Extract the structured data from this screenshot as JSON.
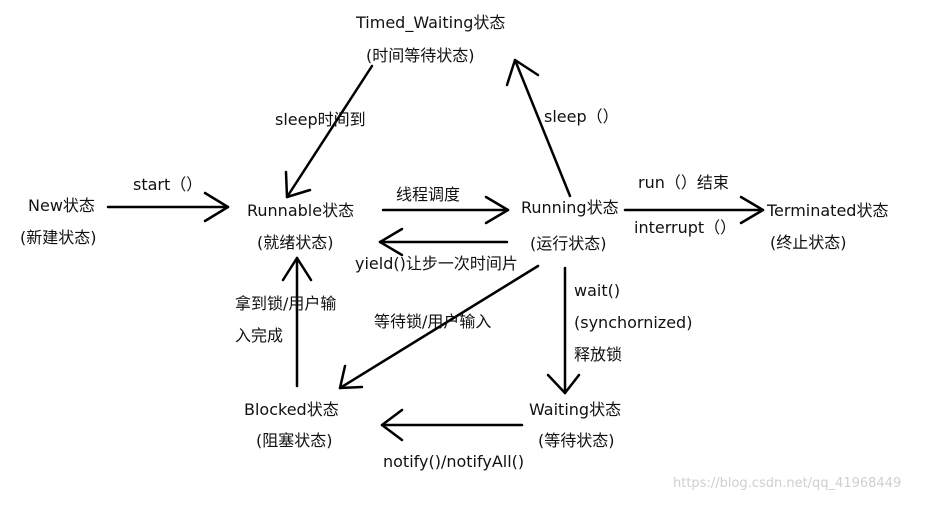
{
  "states": {
    "new": {
      "name": "New状态",
      "sub": "(新建状态)"
    },
    "runnable": {
      "name": "Runnable状态",
      "sub": "(就绪状态)"
    },
    "running": {
      "name": "Running状态",
      "sub": "(运行状态)"
    },
    "timed_waiting": {
      "name": "Timed_Waiting状态",
      "sub": "(时间等待状态)"
    },
    "terminated": {
      "name": "Terminated状态",
      "sub": "(终止状态)"
    },
    "blocked": {
      "name": "Blocked状态",
      "sub": "(阻塞状态)"
    },
    "waiting": {
      "name": "Waiting状态",
      "sub": "(等待状态)"
    }
  },
  "transitions": {
    "start": "start（）",
    "schedule": "线程调度",
    "yield": "yield()让步一次时间片",
    "sleep": "sleep（）",
    "sleep_done": "sleep时间到",
    "run_end": "run（）结束",
    "interrupt": "interrupt（）",
    "wait_lock": "等待锁/用户输入",
    "got_lock_line1": "拿到锁/用户输",
    "got_lock_line2": "入完成",
    "wait_line1": "wait()",
    "wait_line2": "(synchornized)",
    "wait_line3": "释放锁",
    "notify": "notify()/notifyAll()"
  },
  "watermark": "https://blog.csdn.net/qq_41968449"
}
